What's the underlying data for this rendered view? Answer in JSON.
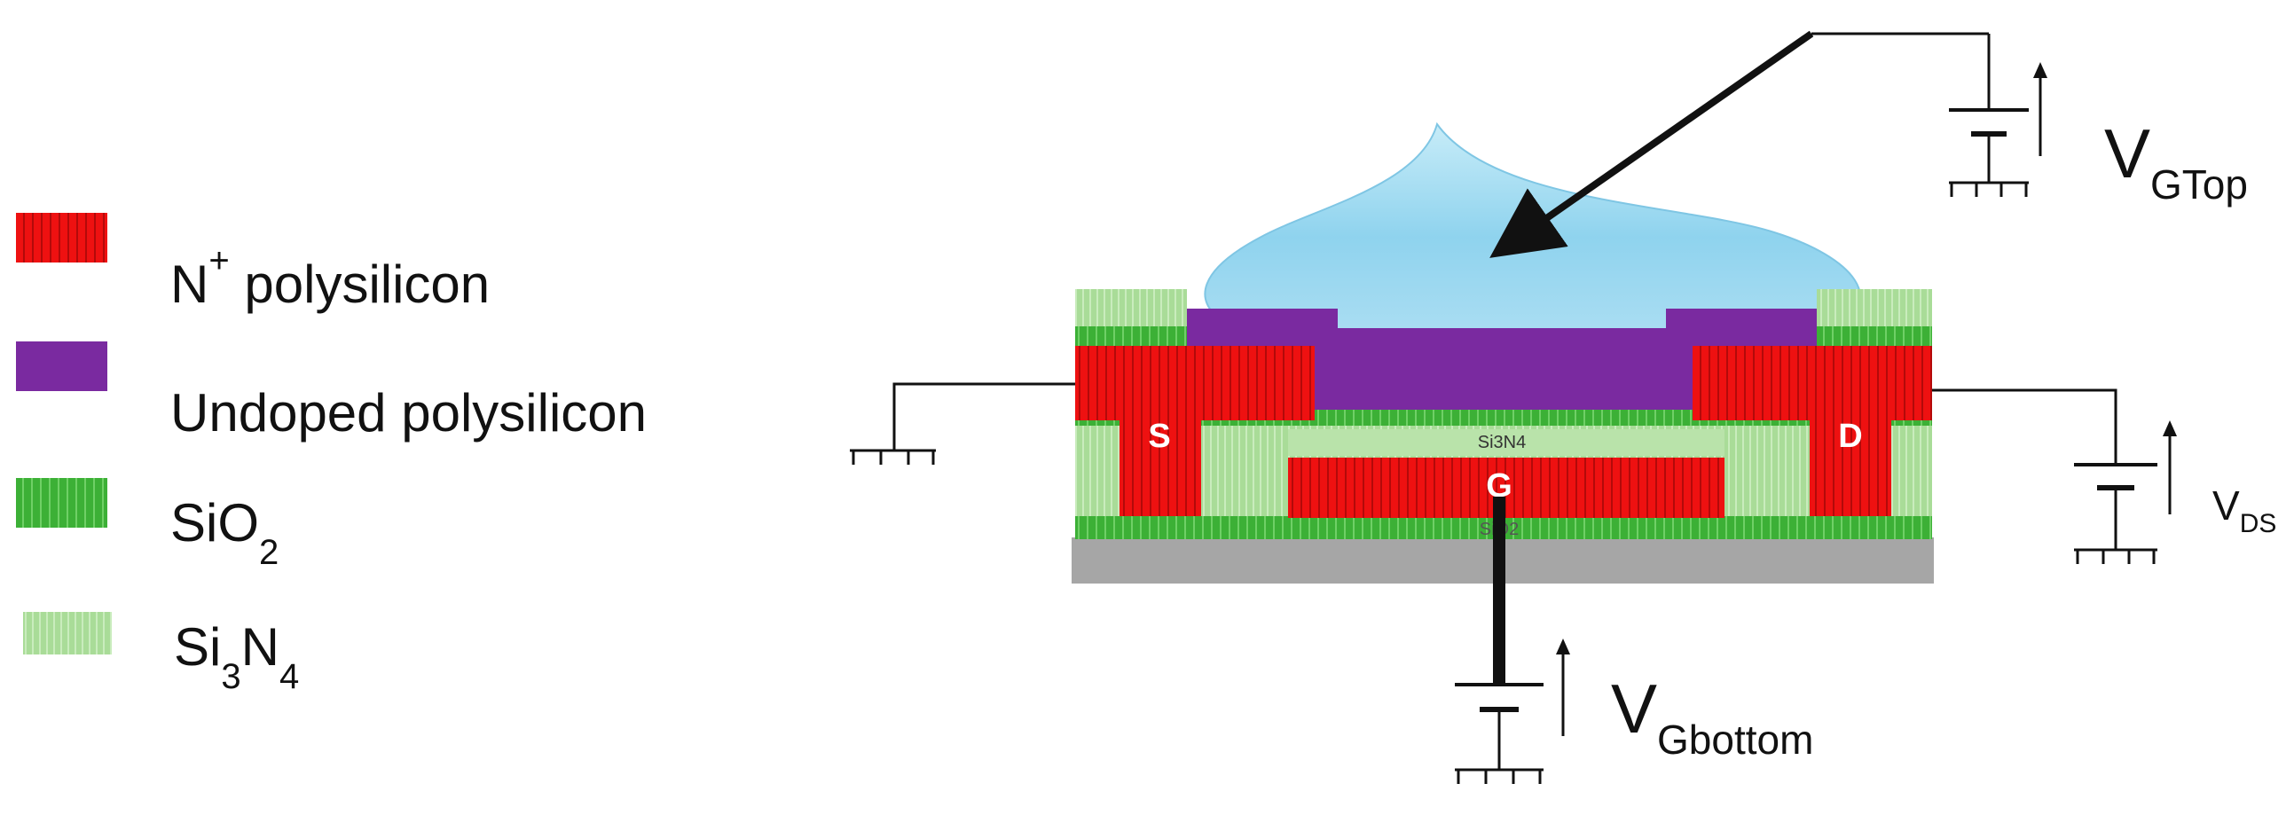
{
  "legend": {
    "items": [
      {
        "id": "n-plus",
        "prefix": "N",
        "superscript": "+",
        "suffix": " polysilicon",
        "color": "#ee1111"
      },
      {
        "id": "undoped",
        "text": "Undoped polysilicon",
        "color": "#7a2aa0"
      },
      {
        "id": "sio2",
        "prefix": "SiO",
        "sub1": "2",
        "color": "#3cb036"
      },
      {
        "id": "si3n4",
        "prefix": "Si",
        "sub1": "3",
        "mid": "N",
        "sub2": "4",
        "color": "#a9dc98"
      }
    ]
  },
  "device": {
    "source_label": "S",
    "drain_label": "D",
    "gate_label": "G",
    "nitride_label": "Si3N4",
    "oxide_label": "SiO2",
    "colors": {
      "nplus": "#ee1111",
      "undoped": "#7a2aa0",
      "sio2": "#3cb036",
      "si3n4": "#a9dc98",
      "substrate": "#a6a6a6",
      "droplet": "#8fd3ee"
    }
  },
  "voltages": {
    "gtop": {
      "main": "V",
      "sub": "GTop"
    },
    "ds": {
      "main": "V",
      "sub": "DS"
    },
    "gbottom": {
      "main": "V",
      "sub": "Gbottom"
    }
  }
}
